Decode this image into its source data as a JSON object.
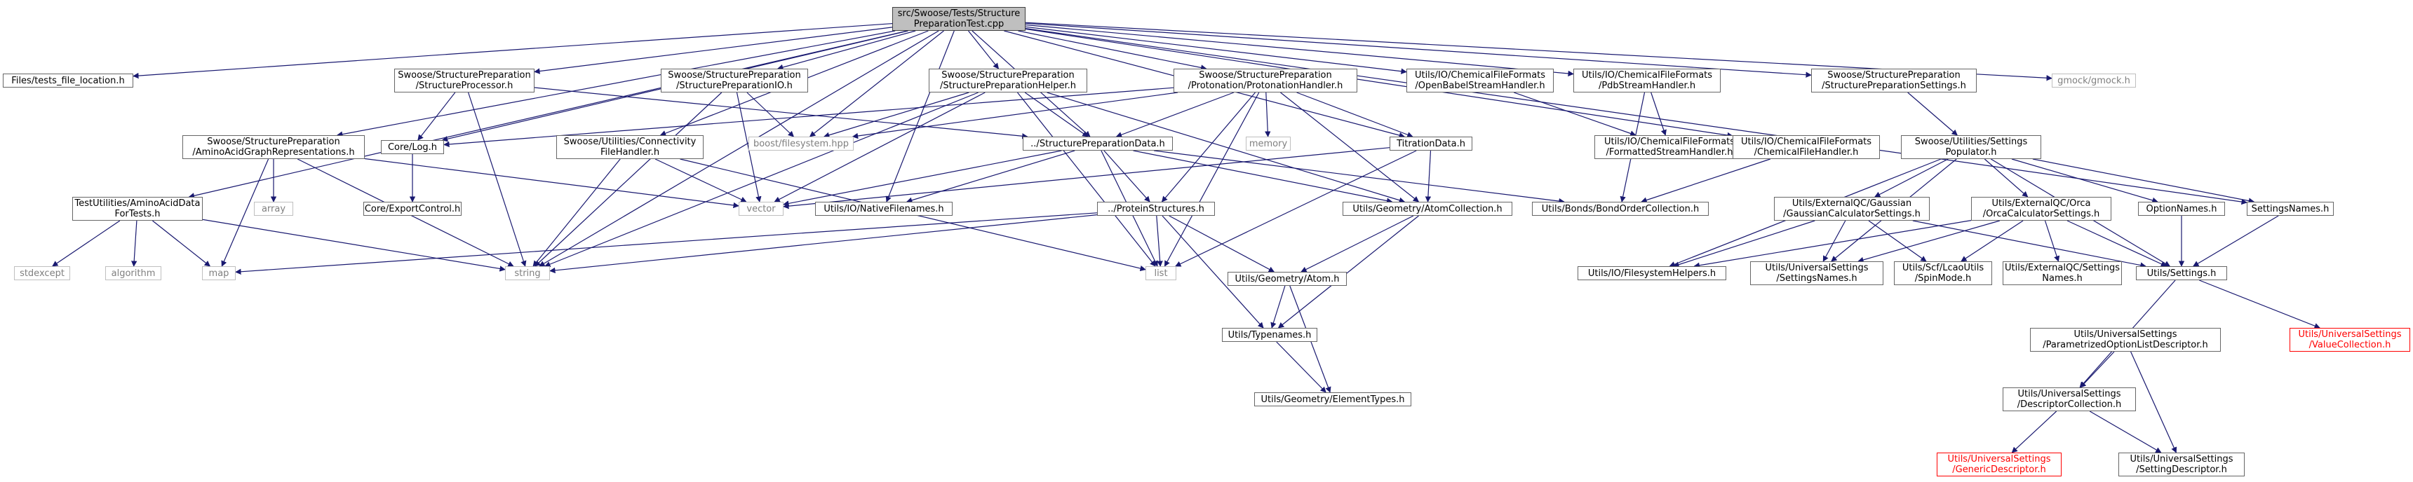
{
  "colors": {
    "edge": "#191970",
    "node_border": "#666666",
    "root_fill": "#bfbfbf",
    "sys_border": "#bfbfbf",
    "missing": "#ff0000"
  },
  "nodes": [
    {
      "id": "root",
      "label": "src/Swoose/Tests/Structure\nPreparationTest.cpp",
      "kind": "root"
    },
    {
      "id": "files_loc",
      "label": "Files/tests_file_location.h",
      "kind": "link"
    },
    {
      "id": "aa_tests",
      "label": "TestUtilities/AminoAcidData\nForTests.h",
      "kind": "link"
    },
    {
      "id": "aa_graph",
      "label": "Swoose/StructurePreparation\n/AminoAcidGraphRepresentations.h",
      "kind": "link"
    },
    {
      "id": "sp_proc",
      "label": "Swoose/StructurePreparation\n/StructureProcessor.h",
      "kind": "link"
    },
    {
      "id": "core_log",
      "label": "Core/Log.h",
      "kind": "link"
    },
    {
      "id": "core_exp",
      "label": "Core/ExportControl.h",
      "kind": "link"
    },
    {
      "id": "conn_fh",
      "label": "Swoose/Utilities/Connectivity\nFileHandler.h",
      "kind": "link"
    },
    {
      "id": "sp_io",
      "label": "Swoose/StructurePreparation\n/StructurePreparationIO.h",
      "kind": "link"
    },
    {
      "id": "sp_helper",
      "label": "Swoose/StructurePreparation\n/StructurePreparationHelper.h",
      "kind": "link"
    },
    {
      "id": "sp_data",
      "label": "../StructurePreparationData.h",
      "kind": "link"
    },
    {
      "id": "protein",
      "label": "../ProteinStructures.h",
      "kind": "link"
    },
    {
      "id": "native_fn",
      "label": "Utils/IO/NativeFilenames.h",
      "kind": "link"
    },
    {
      "id": "prot_handler",
      "label": "Swoose/StructurePreparation\n/Protonation/ProtonationHandler.h",
      "kind": "link"
    },
    {
      "id": "titration",
      "label": "TitrationData.h",
      "kind": "link"
    },
    {
      "id": "atom_coll",
      "label": "Utils/Geometry/AtomCollection.h",
      "kind": "link"
    },
    {
      "id": "atom",
      "label": "Utils/Geometry/Atom.h",
      "kind": "link"
    },
    {
      "id": "typenames",
      "label": "Utils/Typenames.h",
      "kind": "link"
    },
    {
      "id": "elem_types",
      "label": "Utils/Geometry/ElementTypes.h",
      "kind": "link"
    },
    {
      "id": "obabel",
      "label": "Utils/IO/ChemicalFileFormats\n/OpenBabelStreamHandler.h",
      "kind": "link"
    },
    {
      "id": "pdb",
      "label": "Utils/IO/ChemicalFileFormats\n/PdbStreamHandler.h",
      "kind": "link"
    },
    {
      "id": "formatted",
      "label": "Utils/IO/ChemicalFileFormats\n/FormattedStreamHandler.h",
      "kind": "link"
    },
    {
      "id": "chem_fh",
      "label": "Utils/IO/ChemicalFileFormats\n/ChemicalFileHandler.h",
      "kind": "link"
    },
    {
      "id": "bond_order",
      "label": "Utils/Bonds/BondOrderCollection.h",
      "kind": "link"
    },
    {
      "id": "sp_settings",
      "label": "Swoose/StructurePreparation\n/StructurePreparationSettings.h",
      "kind": "link"
    },
    {
      "id": "settings_pop",
      "label": "Swoose/Utilities/Settings\nPopulator.h",
      "kind": "link"
    },
    {
      "id": "gaussian",
      "label": "Utils/ExternalQC/Gaussian\n/GaussianCalculatorSettings.h",
      "kind": "link"
    },
    {
      "id": "orca",
      "label": "Utils/ExternalQC/Orca\n/OrcaCalculatorSettings.h",
      "kind": "link"
    },
    {
      "id": "option_names",
      "label": "OptionNames.h",
      "kind": "link"
    },
    {
      "id": "settings_names",
      "label": "SettingsNames.h",
      "kind": "link"
    },
    {
      "id": "fs_helpers",
      "label": "Utils/IO/FilesystemHelpers.h",
      "kind": "link"
    },
    {
      "id": "us_names",
      "label": "Utils/UniversalSettings\n/SettingsNames.h",
      "kind": "link"
    },
    {
      "id": "spin_mode",
      "label": "Utils/Scf/LcaoUtils\n/SpinMode.h",
      "kind": "link"
    },
    {
      "id": "ext_names",
      "label": "Utils/ExternalQC/Settings\nNames.h",
      "kind": "link"
    },
    {
      "id": "utils_settings",
      "label": "Utils/Settings.h",
      "kind": "link"
    },
    {
      "id": "param_opt",
      "label": "Utils/UniversalSettings\n/ParametrizedOptionListDescriptor.h",
      "kind": "link"
    },
    {
      "id": "value_coll",
      "label": "Utils/UniversalSettings\n/ValueCollection.h",
      "kind": "missing"
    },
    {
      "id": "desc_coll",
      "label": "Utils/UniversalSettings\n/DescriptorCollection.h",
      "kind": "link"
    },
    {
      "id": "generic_desc",
      "label": "Utils/UniversalSettings\n/GenericDescriptor.h",
      "kind": "missing"
    },
    {
      "id": "setting_desc",
      "label": "Utils/UniversalSettings\n/SettingDescriptor.h",
      "kind": "link"
    },
    {
      "id": "gmock",
      "label": "gmock/gmock.h",
      "kind": "sys"
    },
    {
      "id": "boost_fs",
      "label": "boost/filesystem.hpp",
      "kind": "sys"
    },
    {
      "id": "memory",
      "label": "memory",
      "kind": "sys"
    },
    {
      "id": "array",
      "label": "array",
      "kind": "sys"
    },
    {
      "id": "vector",
      "label": "vector",
      "kind": "sys"
    },
    {
      "id": "string",
      "label": "string",
      "kind": "sys"
    },
    {
      "id": "list",
      "label": "list",
      "kind": "sys"
    },
    {
      "id": "map",
      "label": "map",
      "kind": "sys"
    },
    {
      "id": "stdexcept",
      "label": "stdexcept",
      "kind": "sys"
    },
    {
      "id": "algorithm",
      "label": "algorithm",
      "kind": "sys"
    }
  ]
}
